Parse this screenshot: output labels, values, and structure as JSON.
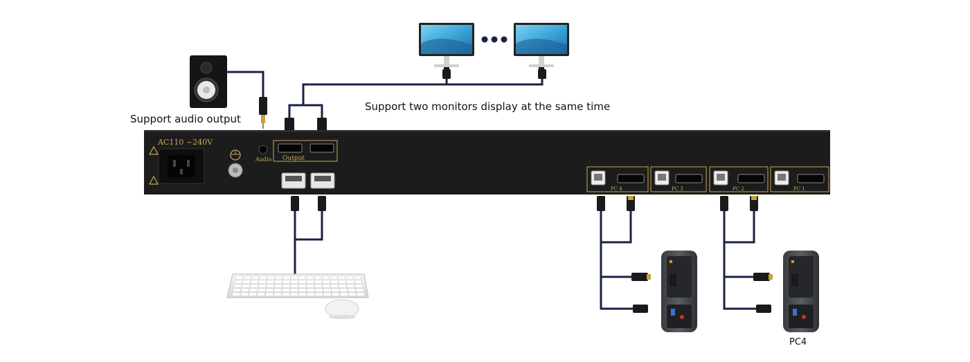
{
  "labels": {
    "audio_caption": "Support audio output",
    "monitors_caption": "Support two monitors display at the same time",
    "pc_caption": "PC4"
  },
  "panel": {
    "power_rating": "AC110 ~240V",
    "audio_jack_label": "Audio",
    "output_label": "Output",
    "ports": [
      "PC 4",
      "PC 3",
      "PC 2",
      "PC 1"
    ]
  },
  "colors": {
    "device_body": "#1c1c1c",
    "panel_gold": "#c9a85a",
    "cable_navy": "#1a2244",
    "dots": "#1a2244"
  },
  "icons": [
    "monitor-icon",
    "speaker-icon",
    "keyboard-icon",
    "mouse-icon",
    "mini-pc-icon",
    "power-socket-icon",
    "ground-icon",
    "warning-icon"
  ]
}
